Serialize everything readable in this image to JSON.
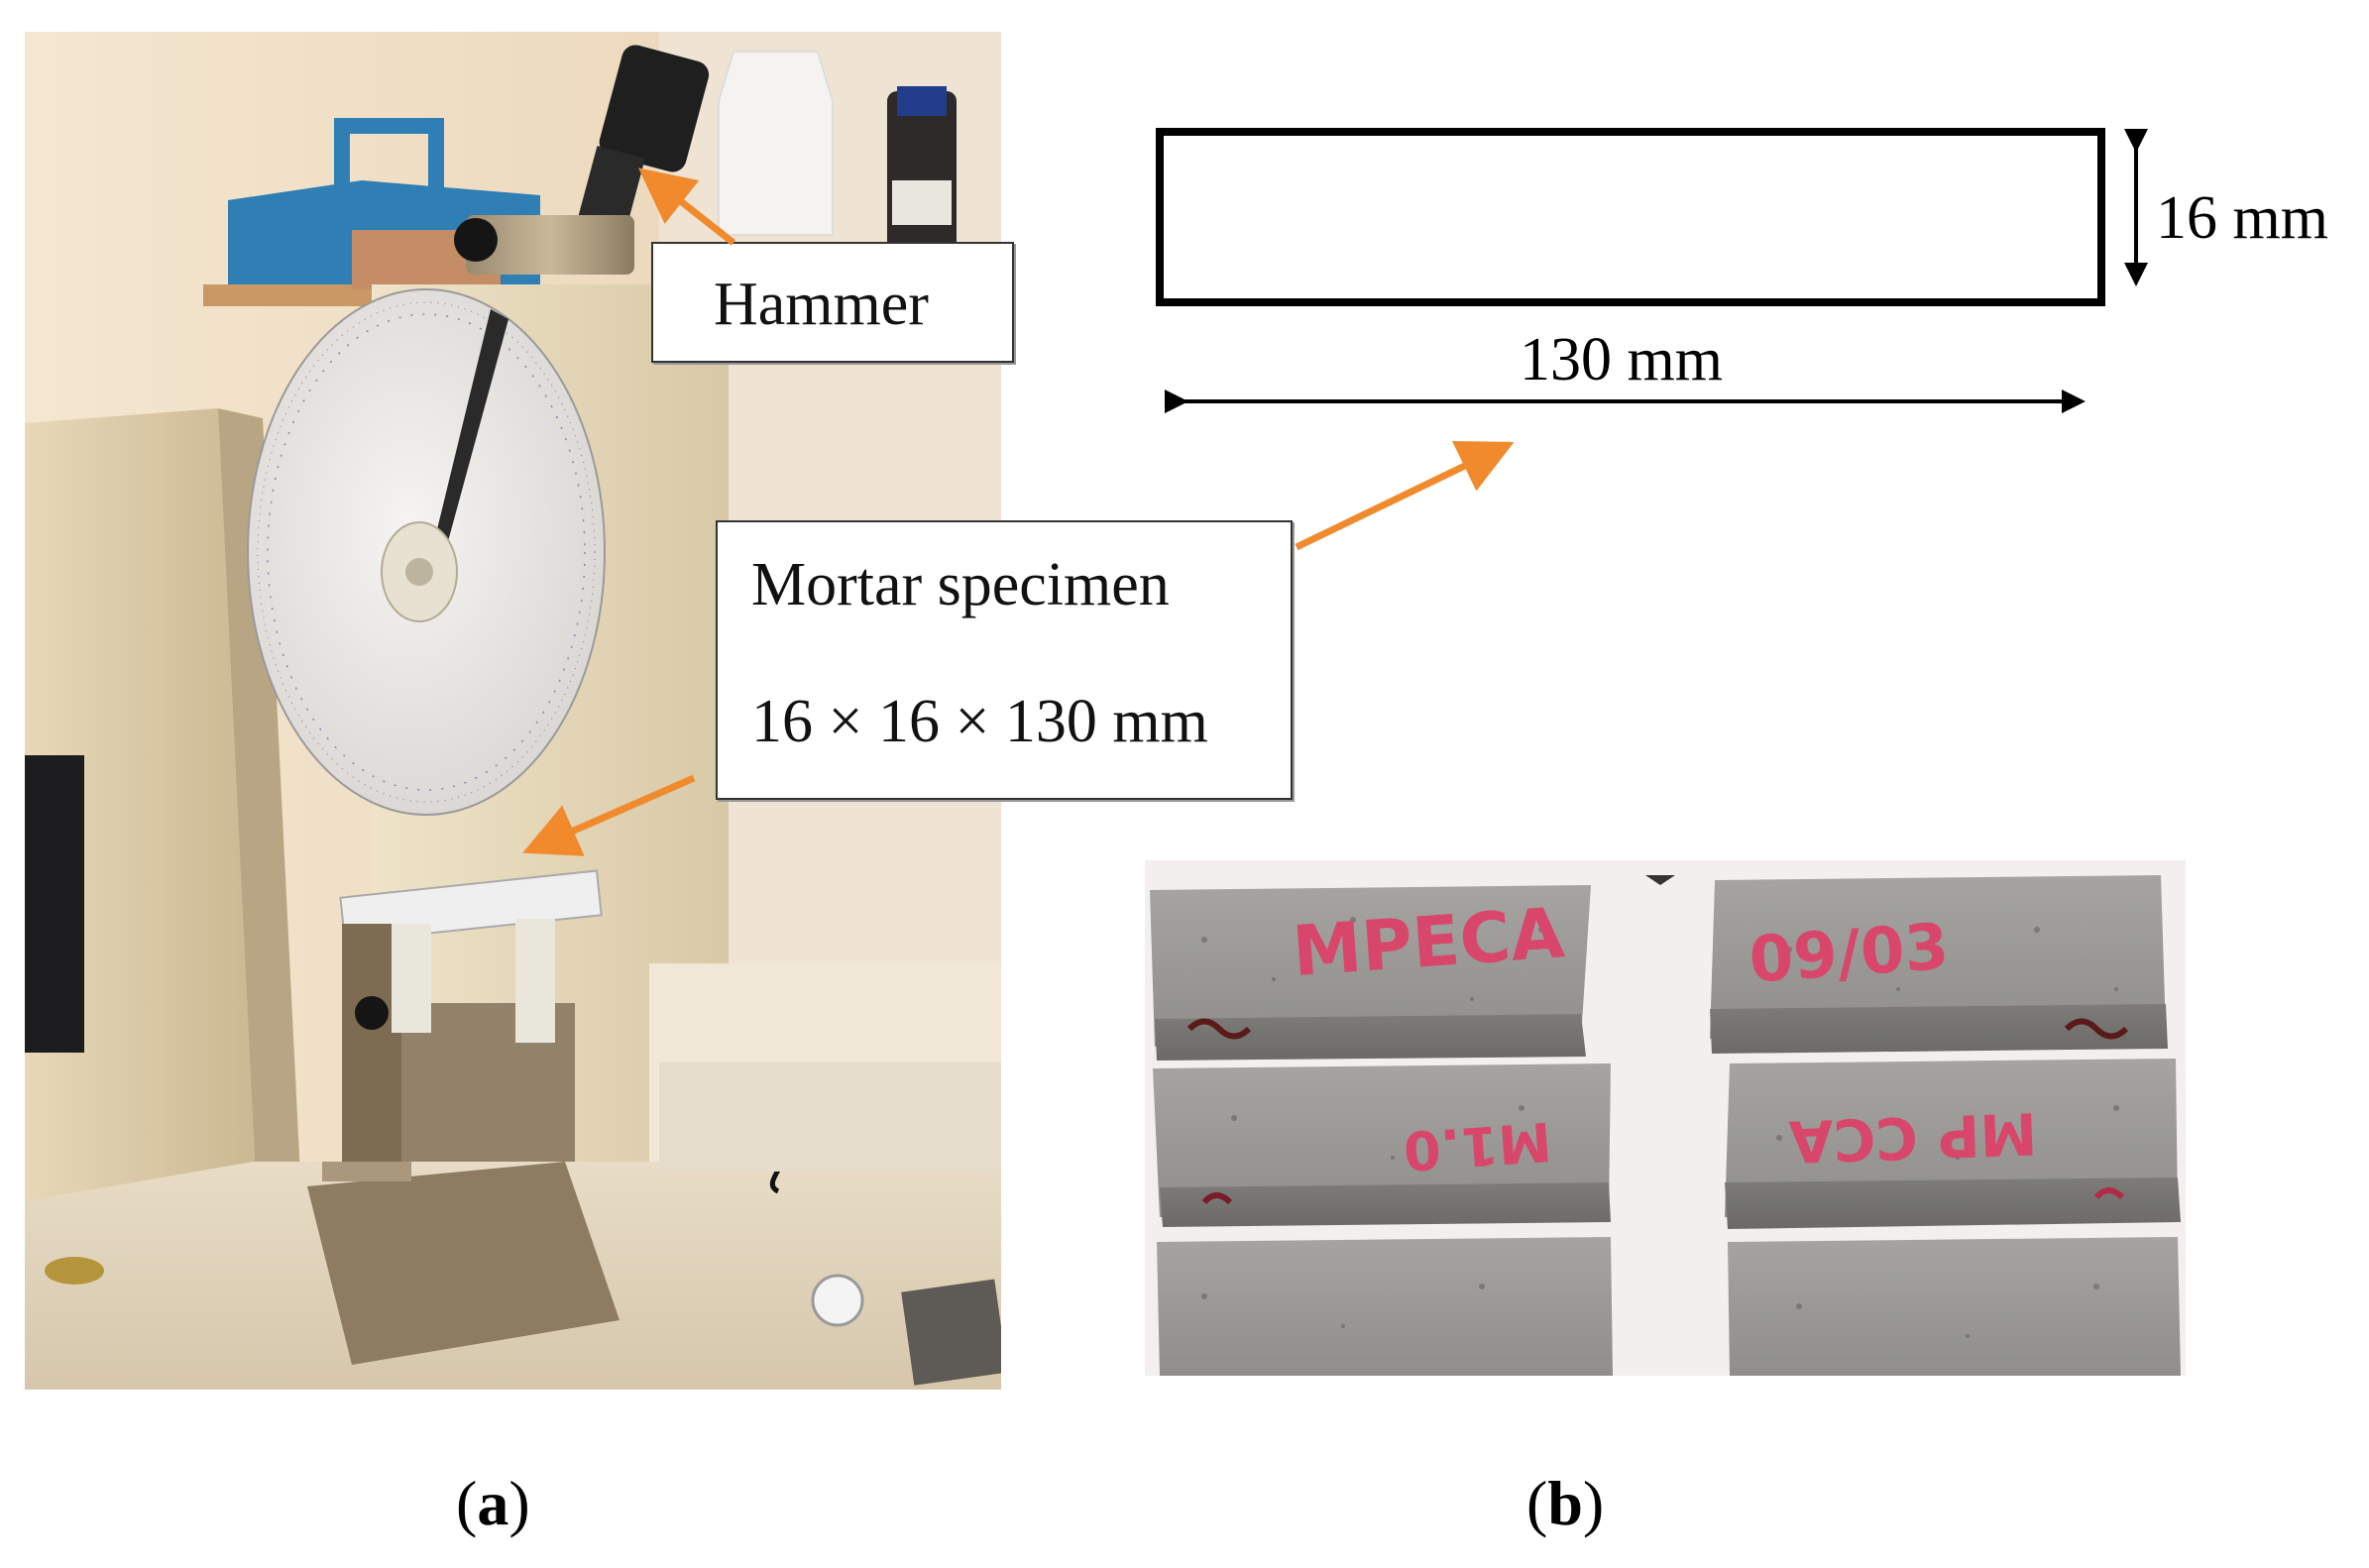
{
  "panel_a": {
    "caption_open": "(",
    "caption_letter": "a",
    "caption_close": ")",
    "callout_hammer": "Hammer",
    "callout_specimen_line1": "Mortar specimen",
    "callout_specimen_line2": "16 × 16 × 130 mm",
    "arrow_color": "#f08a2c"
  },
  "panel_b": {
    "caption_open": "(",
    "caption_letter": "b",
    "caption_close": ")",
    "height_label": "16 mm",
    "length_label": "130 mm",
    "specimen_labels": [
      "MPECA",
      "09/03",
      "M1.0",
      "MP CCA"
    ]
  }
}
